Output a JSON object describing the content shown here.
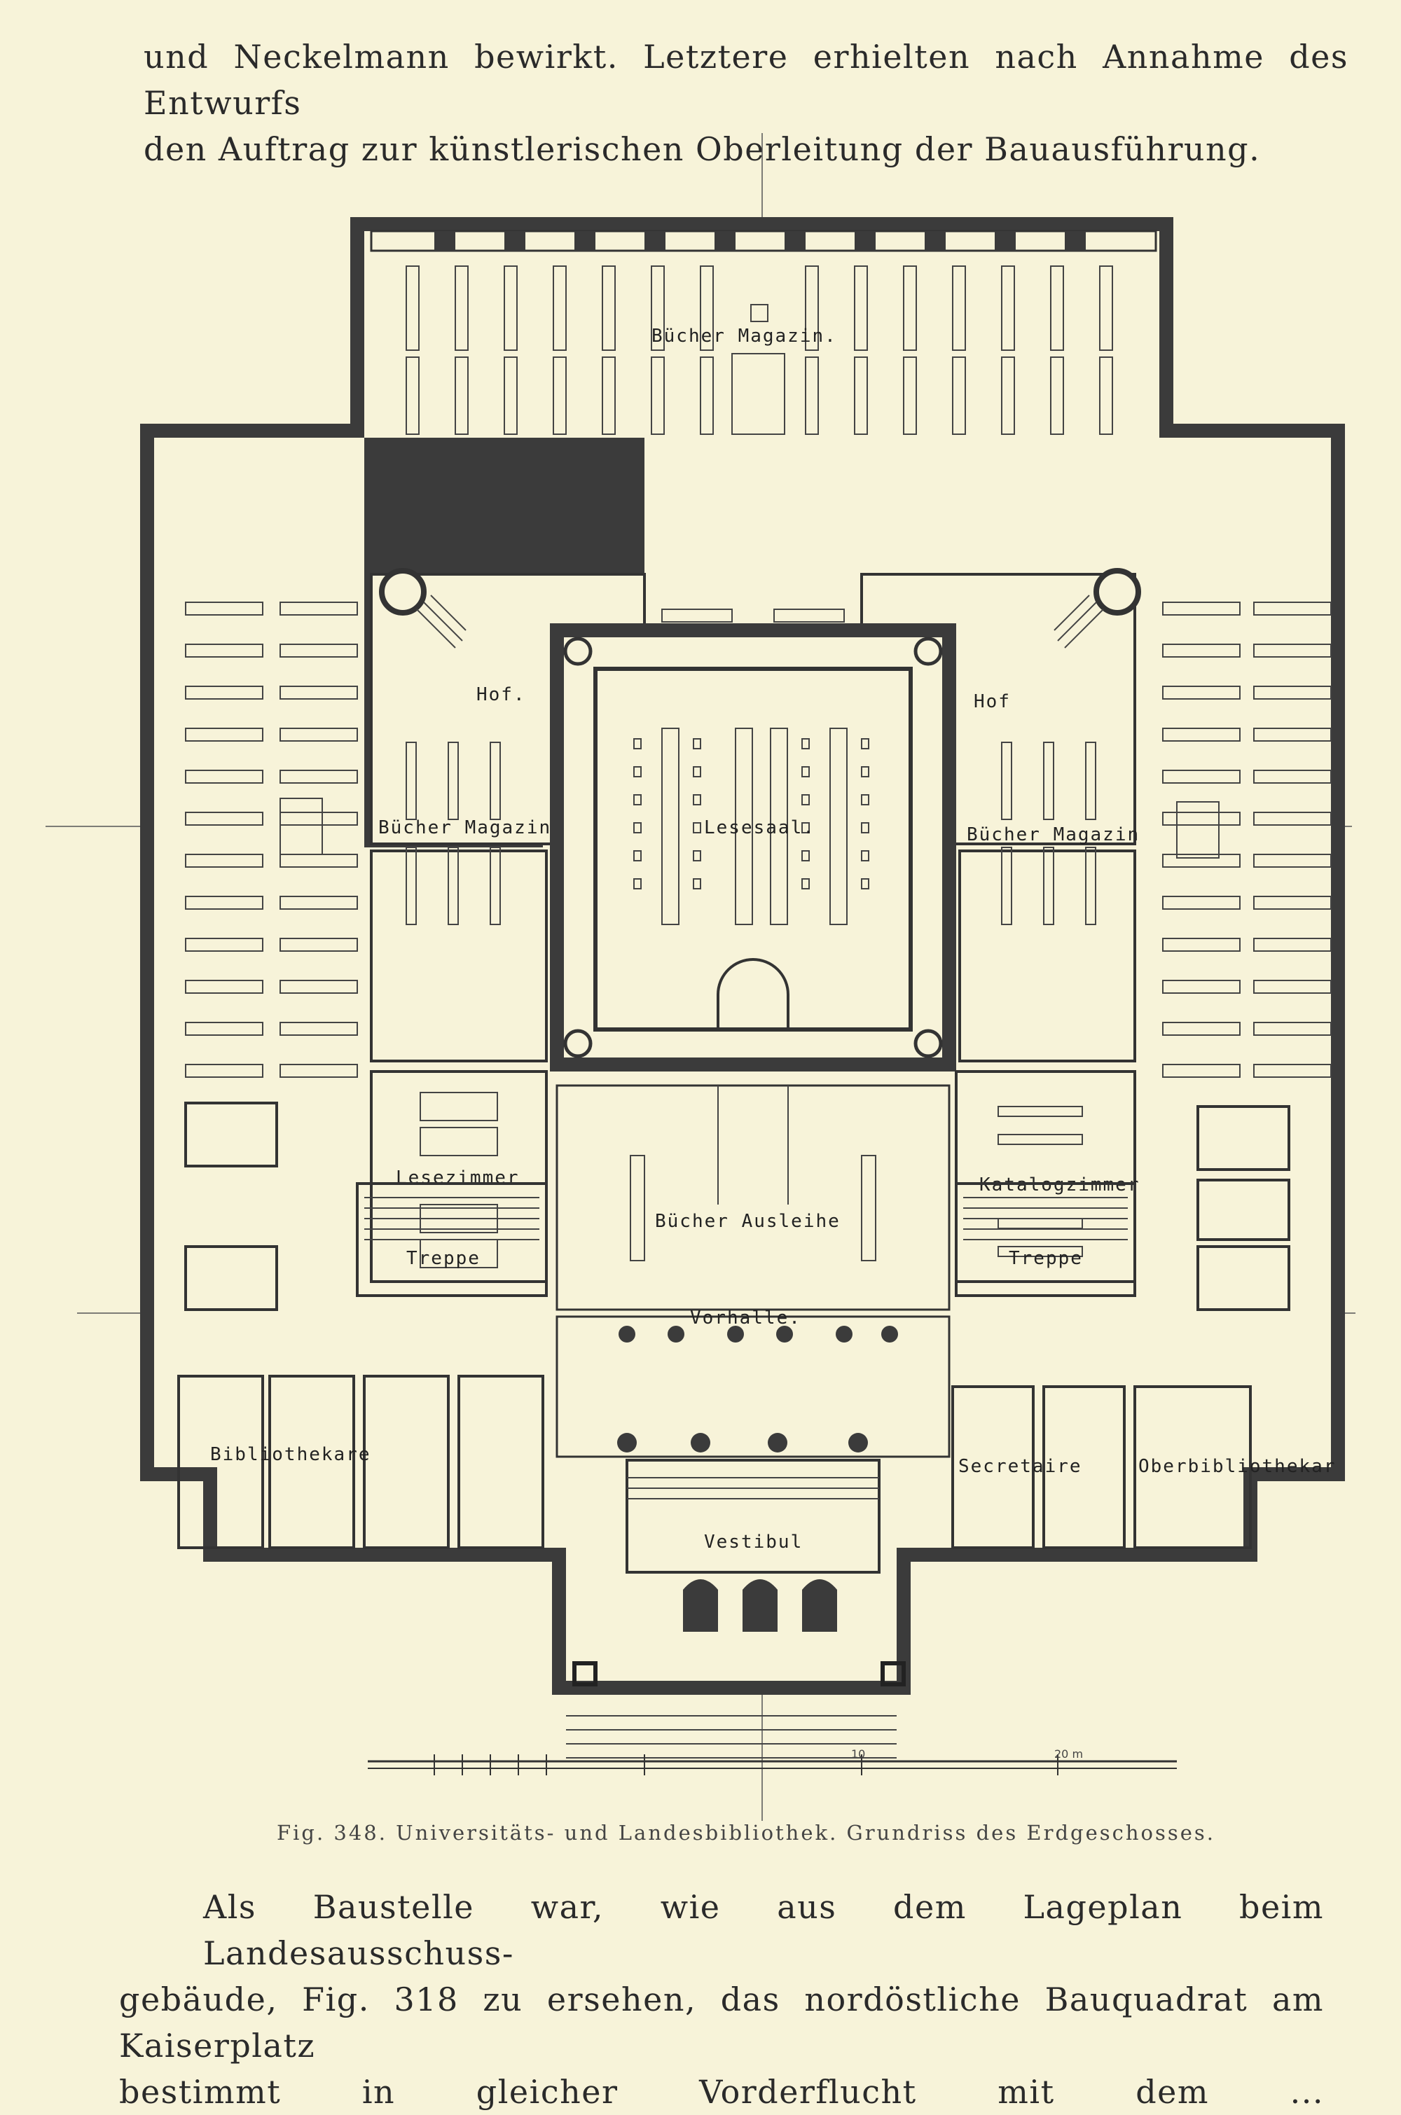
{
  "page": {
    "text_top": [
      "und Neckelmann bewirkt.  Letztere erhielten nach Annahme des Entwurfs",
      "den Auftrag zur künstlerischen Oberleitung der Bauausführung."
    ],
    "figure_caption": "Fig. 348.  Universitäts- und Landesbibliothek.  Grundriss des Erdgeschosses.",
    "text_bottom": [
      "Als Baustelle war, wie aus dem Lageplan beim Landesausschuss-",
      "gebäude, Fig. 318 zu ersehen, das nordöstliche Bauquadrat am Kaiserplatz",
      "bestimmt in gleicher Vorderflucht mit dem ..."
    ]
  },
  "plan": {
    "labels": {
      "bucher_magazin_top": "Bücher Magazin.",
      "hof_left": "Hof.",
      "hof_right": "Hof",
      "bucher_magazin_left": "Bücher Magazin",
      "lesesaal": "Lesesaal.",
      "bucher_magazin_right": "Bücher Magazin",
      "lesezimmer": "Lesezimmer",
      "katalogzimmer": "Katalogzimmer",
      "bucher_ausleihe": "Bücher Ausleihe",
      "treppe_left": "Treppe",
      "treppe_right": "Treppe",
      "vorhalle": "Vorhalle.",
      "bibliothekare": "Bibliothekare",
      "sekretaire": "Secretaire",
      "oberbibliothekar": "Oberbibliothekar",
      "vestibul": "Vestibul"
    },
    "scale_labels": [
      "10",
      "20 m"
    ]
  }
}
